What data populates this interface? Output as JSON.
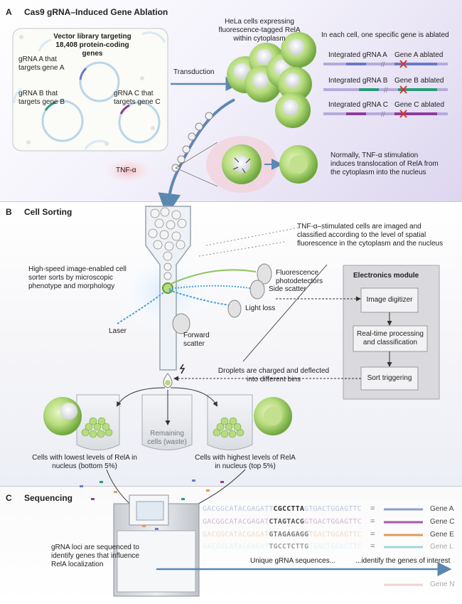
{
  "panel_a": {
    "letter": "A",
    "title": "Cas9 gRNA–Induced Gene Ablation",
    "library_title": "Vector library targeting 18,408 protein-coding genes",
    "grna_a": "gRNA A that targets gene A",
    "grna_b": "gRNA B that targets gene B",
    "grna_c": "gRNA C that targets gene C",
    "transduction": "Transduction",
    "hela": "HeLa cells expressing fluorescence-tagged RelA within cytoplasm",
    "ablated_note": "In each cell, one specific gene is ablated",
    "integrated_a": "Integrated gRNA A",
    "integrated_b": "Integrated gRNA B",
    "integrated_c": "Integrated gRNA C",
    "ablated_a": "Gene A ablated",
    "ablated_b": "Gene B ablated",
    "ablated_c": "Gene C ablated",
    "tnf": "TNF-α",
    "tnf_note": "Normally, TNF-α stimulation induces translocation of RelA from the cytoplasm into the nucleus"
  },
  "panel_b": {
    "letter": "B",
    "title": "Cell Sorting",
    "sorter_note": "High-speed image-enabled cell sorter sorts by microscopic phenotype and morphology",
    "imaging_note": "TNF-α–stimulated cells are imaged and classified according to the level of spatial fluorescence in the cytoplasm and the nucleus",
    "fluorescence": "Fluorescence photodetectors",
    "side_scatter": "Side scatter",
    "light_loss": "Light loss",
    "forward_scatter": "Forward scatter",
    "laser": "Laser",
    "electronics_title": "Electronics module",
    "image_digitizer": "Image digitizer",
    "realtime": "Real-time processing and classification",
    "sort_triggering": "Sort triggering",
    "droplets": "Droplets are charged and deflected into different bins",
    "remaining": "Remaining cells (waste)",
    "lowest": "Cells with lowest levels of RelA in nucleus (bottom 5%)",
    "highest": "Cells with highest levels of RelA in nucleus (top 5%)"
  },
  "panel_c": {
    "letter": "C",
    "title": "Sequencing",
    "seq_note": "gRNA loci are sequenced to identify genes that influence RelA localization",
    "unique": "Unique gRNA sequences...",
    "identify": "...identify the genes of interest",
    "rows": [
      {
        "seq_pre": "GACGGCATACGAGATT",
        "seq_mid": "CGCCTTA",
        "seq_post": "GTGACTGGAGTTC",
        "gene": "Gene A",
        "color": "#8e9ccf"
      },
      {
        "seq_pre": "GACGGCATACGAGAT",
        "seq_mid": "CTAGTACG",
        "seq_post": "GTGACTGGAGTTC",
        "gene": "Gene C",
        "color": "#a65aa6"
      },
      {
        "seq_pre": "GACGGCATACGAGAT",
        "seq_mid": "GTAGAGAGG",
        "seq_post": "TGACTGGAGTTC",
        "gene": "Gene E",
        "color": "#e09a5c"
      },
      {
        "seq_pre": "GACGGCATACGAGAT",
        "seq_mid": "TGCCTCTTG",
        "seq_post": "TGACTGGAGTTC",
        "gene": "Gene L",
        "color": "#9fd6dc"
      },
      {
        "seq_pre": "",
        "seq_mid": "",
        "seq_post": "",
        "gene": "Gene N",
        "color": "#f2d2cf"
      }
    ],
    "eq": "="
  },
  "colors": {
    "cell_green": "#8fc25a",
    "arrow_blue": "#5b87b3",
    "dna_purple": "#b7a9dc",
    "cross_red": "#d2352b"
  }
}
